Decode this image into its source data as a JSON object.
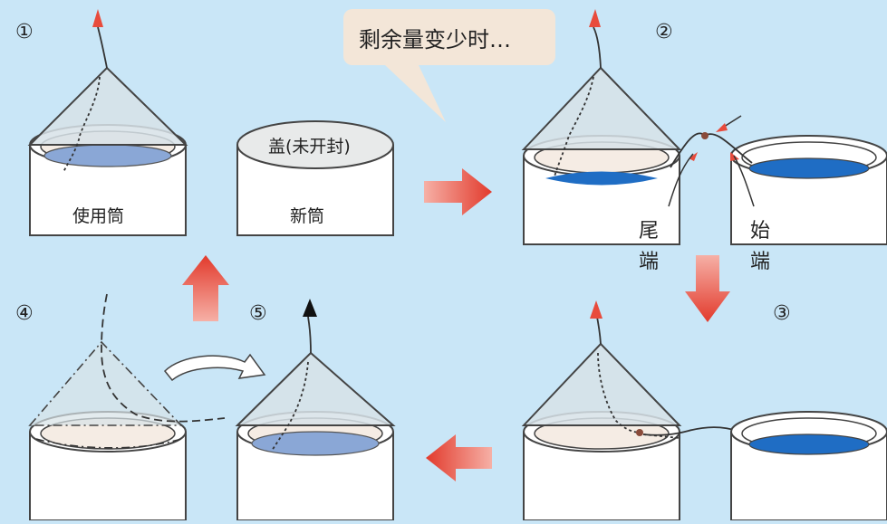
{
  "steps": [
    "①",
    "②",
    "③",
    "④",
    "⑤"
  ],
  "bubble_text": "剩余量变少时…",
  "labels": {
    "in_use_can": "使用筒",
    "new_can": "新筒",
    "lid_unopened": "盖(未开封)",
    "tail_end_1": "尾",
    "tail_end_2": "端",
    "start_end_1": "始",
    "start_end_2": "端"
  },
  "colors": {
    "background": "#c9e6f7",
    "arrow_red": "#e84b3c",
    "liquid_light": "#8aa7d6",
    "liquid_dark": "#1f6dc4",
    "cone": "#d7e2e7"
  }
}
